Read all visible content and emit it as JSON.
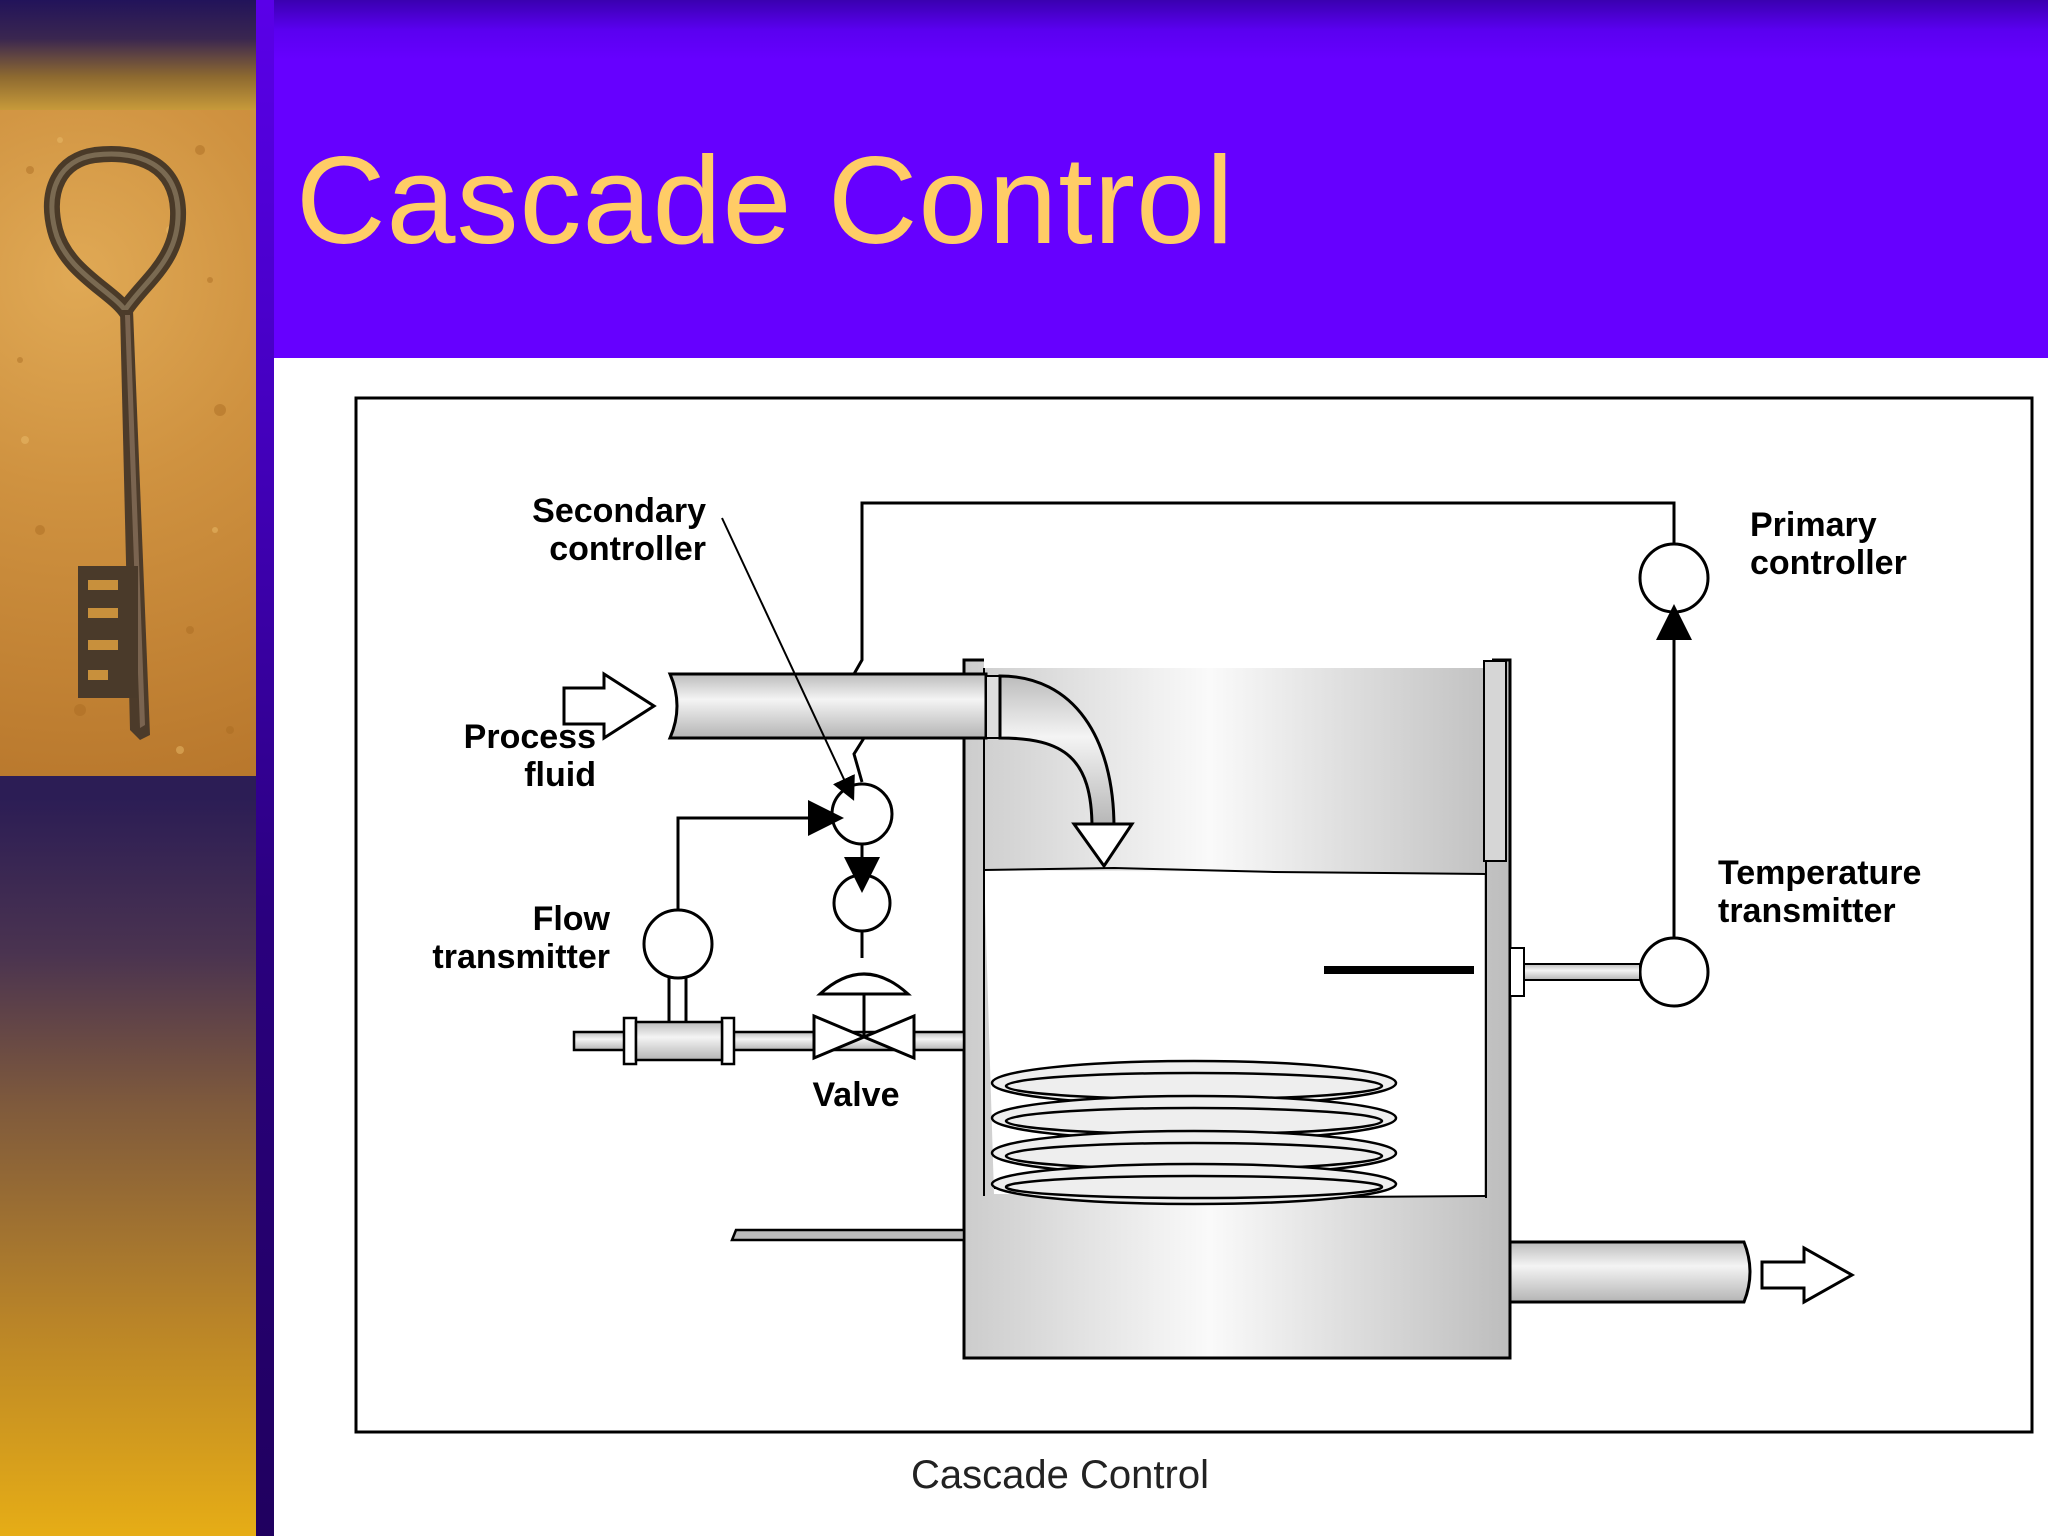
{
  "slide": {
    "title": "Cascade Control"
  },
  "diagram": {
    "labels": {
      "secondary_controller_line1": "Secondary",
      "secondary_controller_line2": "controller",
      "primary_controller_line1": "Primary",
      "primary_controller_line2": "controller",
      "process_fluid_line1": "Process",
      "process_fluid_line2": "fluid",
      "flow_transmitter_line1": "Flow",
      "flow_transmitter_line2": "transmitter",
      "temperature_transmitter_line1": "Temperature",
      "temperature_transmitter_line2": "transmitter",
      "valve": "Valve"
    },
    "caption": "Cascade Control"
  }
}
